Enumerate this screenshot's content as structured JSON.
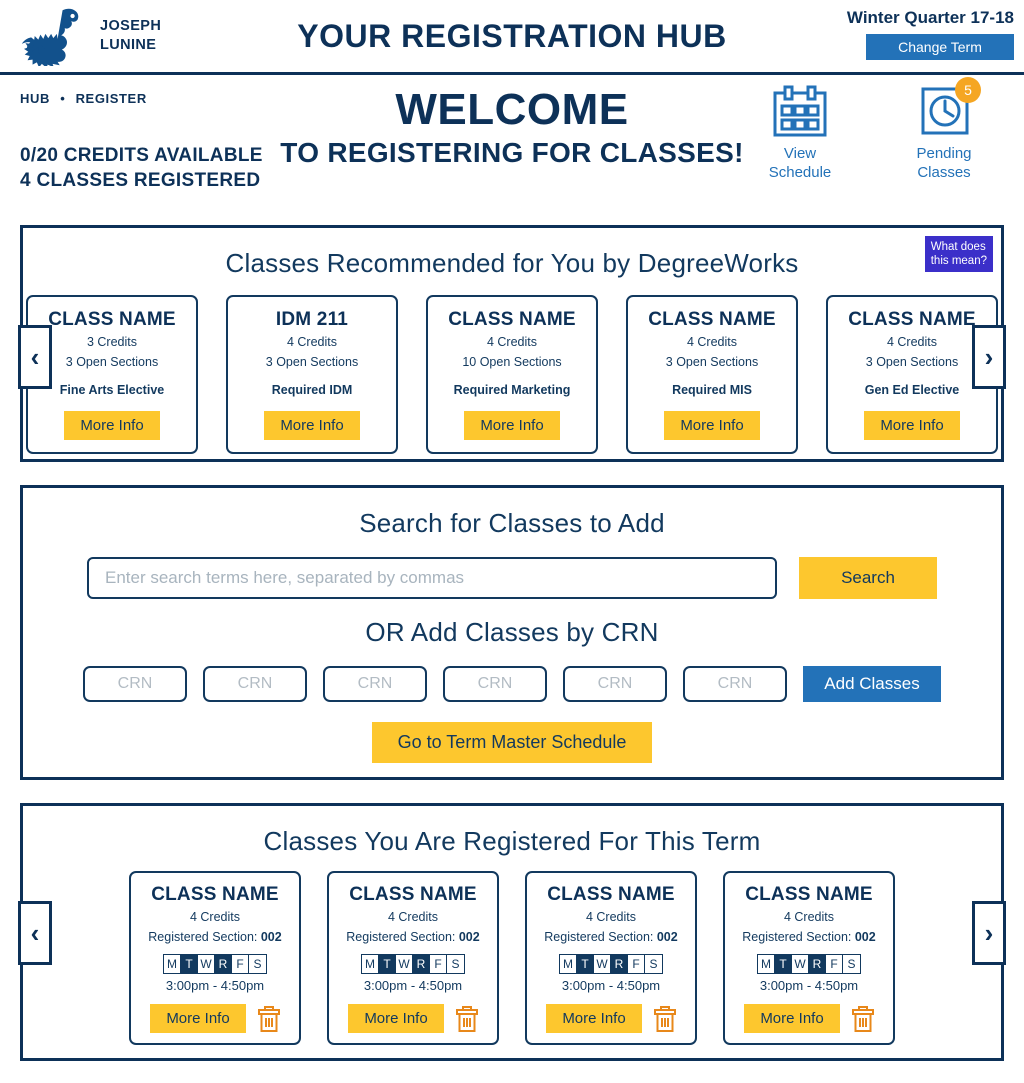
{
  "header": {
    "logo_icon": "dragon-logo",
    "student_name_line1": "JOSEPH",
    "student_name_line2": "LUNINE",
    "app_title": "YOUR REGISTRATION HUB",
    "term_label": "Winter Quarter 17-18",
    "change_term_label": "Change Term"
  },
  "breadcrumb": {
    "item1": "HUB",
    "separator": "•",
    "item2": "REGISTER"
  },
  "status": {
    "credits_line": "0/20 CREDITS AVAILABLE",
    "classes_line": "4 CLASSES REGISTERED"
  },
  "welcome": {
    "line1": "WELCOME",
    "line2": "TO REGISTERING FOR CLASSES!"
  },
  "quick_actions": [
    {
      "icon": "calendar-icon",
      "label_line1": "View",
      "label_line2": "Schedule",
      "badge": ""
    },
    {
      "icon": "clock-icon",
      "label_line1": "Pending",
      "label_line2": "Classes",
      "badge": "5"
    }
  ],
  "recommended": {
    "title": "Classes Recommended for You by DegreeWorks",
    "what_badge_line1": "What does",
    "what_badge_line2": "this mean?",
    "prev_arrow": "‹",
    "next_arrow": "›",
    "cards": [
      {
        "name": "CLASS NAME",
        "credits": "3 Credits",
        "sections": "3 Open Sections",
        "tag": "Fine Arts Elective",
        "button": "More Info"
      },
      {
        "name": "IDM 211",
        "credits": "4 Credits",
        "sections": "3 Open Sections",
        "tag": "Required IDM",
        "button": "More Info"
      },
      {
        "name": "CLASS NAME",
        "credits": "4 Credits",
        "sections": "10 Open Sections",
        "tag": "Required Marketing",
        "button": "More Info"
      },
      {
        "name": "CLASS NAME",
        "credits": "4 Credits",
        "sections": "3 Open Sections",
        "tag": "Required MIS",
        "button": "More Info"
      },
      {
        "name": "CLASS NAME",
        "credits": "4 Credits",
        "sections": "3 Open Sections",
        "tag": "Gen Ed Elective",
        "button": "More Info"
      }
    ]
  },
  "search": {
    "title": "Search for Classes to Add",
    "placeholder": "Enter search terms here, separated by commas",
    "value": "",
    "search_button": "Search",
    "crn_title": "OR Add Classes by CRN",
    "crn_placeholder": "CRN",
    "crn_count": 6,
    "add_classes_button": "Add Classes",
    "master_schedule_button": "Go to Term Master Schedule"
  },
  "registered": {
    "title": "Classes You Are Registered For This Term",
    "prev_arrow": "‹",
    "next_arrow": "›",
    "day_letters": [
      "M",
      "T",
      "W",
      "R",
      "F",
      "S"
    ],
    "cards": [
      {
        "name": "CLASS NAME",
        "credits": "4 Credits",
        "section_label": "Registered Section: ",
        "section": "002",
        "days_selected": [
          false,
          true,
          false,
          true,
          false,
          false
        ],
        "time": "3:00pm - 4:50pm",
        "button": "More Info",
        "delete_icon": "trash-icon"
      },
      {
        "name": "CLASS NAME",
        "credits": "4 Credits",
        "section_label": "Registered Section: ",
        "section": "002",
        "days_selected": [
          false,
          true,
          false,
          true,
          false,
          false
        ],
        "time": "3:00pm - 4:50pm",
        "button": "More Info",
        "delete_icon": "trash-icon"
      },
      {
        "name": "CLASS NAME",
        "credits": "4 Credits",
        "section_label": "Registered Section: ",
        "section": "002",
        "days_selected": [
          false,
          true,
          false,
          true,
          false,
          false
        ],
        "time": "3:00pm - 4:50pm",
        "button": "More Info",
        "delete_icon": "trash-icon"
      },
      {
        "name": "CLASS NAME",
        "credits": "4 Credits",
        "section_label": "Registered Section: ",
        "section": "002",
        "days_selected": [
          false,
          true,
          false,
          true,
          false,
          false
        ],
        "time": "3:00pm - 4:50pm",
        "button": "More Info",
        "delete_icon": "trash-icon"
      }
    ]
  },
  "colors": {
    "navy": "#0d3158",
    "panel_navy": "#12395e",
    "blue": "#2372b8",
    "yellow": "#fdc72e",
    "orange": "#f5a623",
    "purple": "#3b2fc9"
  }
}
